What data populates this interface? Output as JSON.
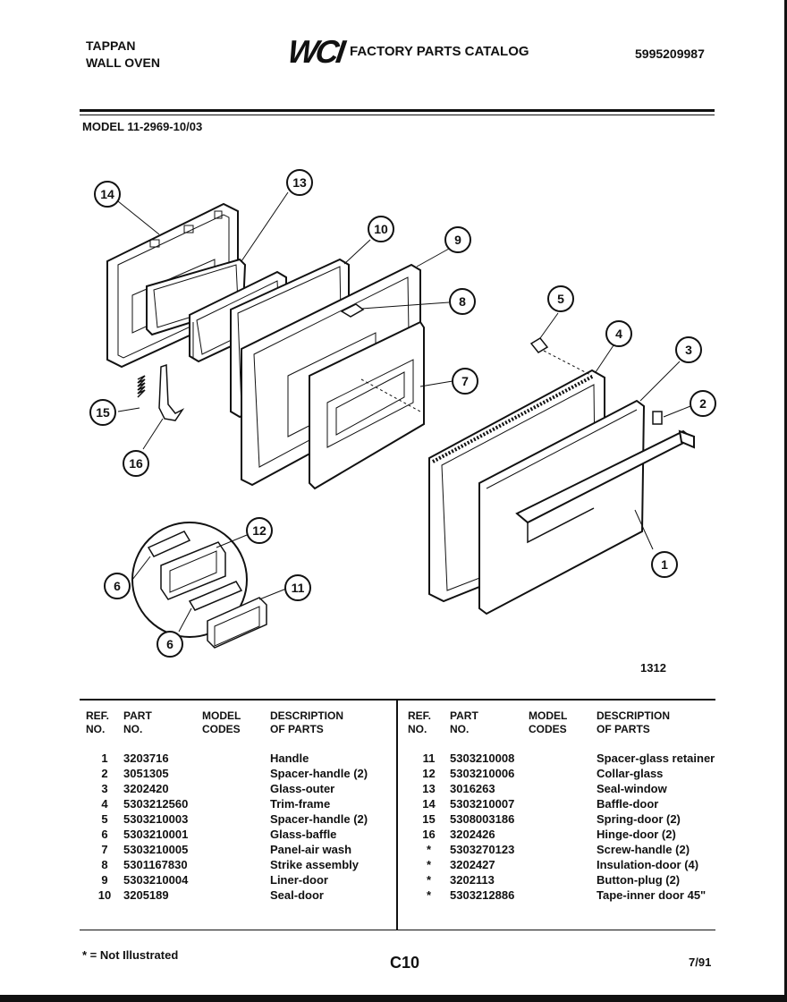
{
  "header": {
    "brand": "TAPPAN",
    "product": "WALL OVEN",
    "logo_text": "WCI",
    "catalog_title": "FACTORY PARTS CATALOG",
    "catalog_number": "5995209987",
    "model_label": "MODEL 11-2969-10/03"
  },
  "diagram": {
    "callouts": [
      "14",
      "13",
      "10",
      "9",
      "8",
      "7",
      "5",
      "4",
      "3",
      "2",
      "1",
      "15",
      "16",
      "12",
      "11",
      "6",
      "6"
    ],
    "figure_number": "1312"
  },
  "table": {
    "headers": {
      "ref": [
        "REF.",
        "NO."
      ],
      "part": [
        "PART",
        "NO."
      ],
      "model": [
        "MODEL",
        "CODES"
      ],
      "desc": [
        "DESCRIPTION",
        "OF PARTS"
      ]
    },
    "left_rows": [
      {
        "ref": "1",
        "part": "3203716",
        "codes": "",
        "desc": "Handle"
      },
      {
        "ref": "2",
        "part": "3051305",
        "codes": "",
        "desc": "Spacer-handle (2)"
      },
      {
        "ref": "3",
        "part": "3202420",
        "codes": "",
        "desc": "Glass-outer"
      },
      {
        "ref": "4",
        "part": "5303212560",
        "codes": "",
        "desc": "Trim-frame"
      },
      {
        "ref": "5",
        "part": "5303210003",
        "codes": "",
        "desc": "Spacer-handle (2)"
      },
      {
        "ref": "6",
        "part": "5303210001",
        "codes": "",
        "desc": "Glass-baffle"
      },
      {
        "ref": "7",
        "part": "5303210005",
        "codes": "",
        "desc": "Panel-air wash"
      },
      {
        "ref": "8",
        "part": "5301167830",
        "codes": "",
        "desc": "Strike assembly"
      },
      {
        "ref": "9",
        "part": "5303210004",
        "codes": "",
        "desc": "Liner-door"
      },
      {
        "ref": "10",
        "part": "3205189",
        "codes": "",
        "desc": "Seal-door"
      }
    ],
    "right_rows": [
      {
        "ref": "11",
        "part": "5303210008",
        "codes": "",
        "desc": "Spacer-glass retainer"
      },
      {
        "ref": "12",
        "part": "5303210006",
        "codes": "",
        "desc": "Collar-glass"
      },
      {
        "ref": "13",
        "part": "3016263",
        "codes": "",
        "desc": "Seal-window"
      },
      {
        "ref": "14",
        "part": "5303210007",
        "codes": "",
        "desc": "Baffle-door"
      },
      {
        "ref": "15",
        "part": "5308003186",
        "codes": "",
        "desc": "Spring-door (2)"
      },
      {
        "ref": "16",
        "part": "3202426",
        "codes": "",
        "desc": "Hinge-door (2)"
      },
      {
        "ref": "*",
        "part": "5303270123",
        "codes": "",
        "desc": "Screw-handle (2)"
      },
      {
        "ref": "*",
        "part": "3202427",
        "codes": "",
        "desc": "Insulation-door (4)"
      },
      {
        "ref": "*",
        "part": "3202113",
        "codes": "",
        "desc": "Button-plug (2)"
      },
      {
        "ref": "*",
        "part": "5303212886",
        "codes": "",
        "desc": "Tape-inner door 45\""
      }
    ]
  },
  "footer": {
    "note": "* = Not Illustrated",
    "page_code": "C10",
    "date": "7/91"
  }
}
